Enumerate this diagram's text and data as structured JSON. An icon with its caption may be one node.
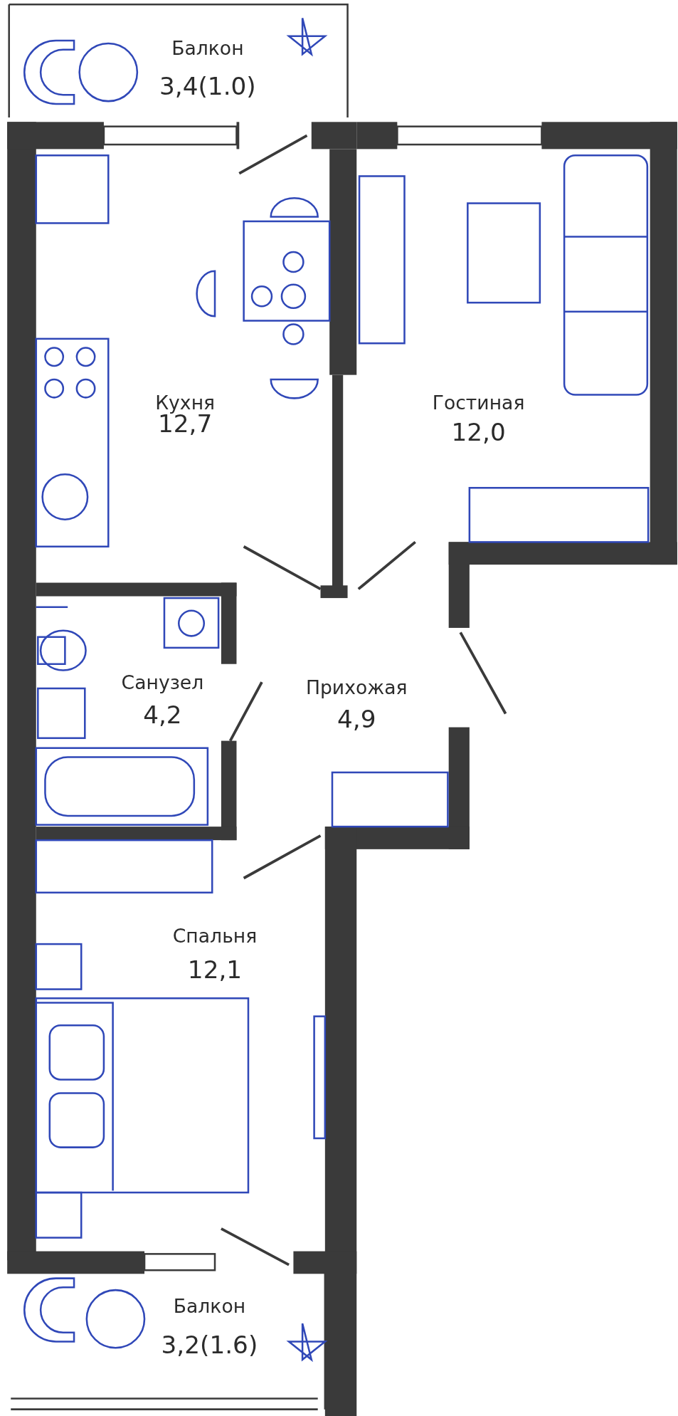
{
  "diagram": {
    "nodes": [
      {
        "text": [
          "Балкон",
          "3,4(1.0)"
        ]
      },
      {
        "text": [
          "Кухня",
          "12,7"
        ]
      },
      {
        "text": [
          "Гостиная",
          "12,0"
        ]
      },
      {
        "text": [
          "Санузел",
          "4,2"
        ]
      },
      {
        "text": [
          "Прихожая",
          "4,9"
        ]
      },
      {
        "text": [
          "Спальня",
          "12,1"
        ]
      },
      {
        "text": [
          "Балкон",
          "3,2(1.6)"
        ]
      }
    ]
  }
}
